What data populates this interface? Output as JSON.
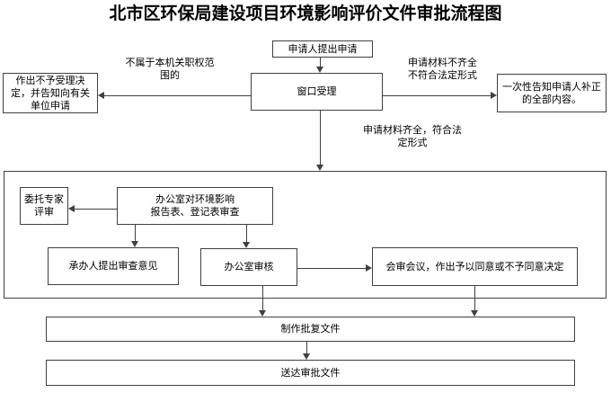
{
  "title": "北市区环保局建设项目环境影响评价文件审批流程图",
  "flowchart": {
    "nodes": {
      "apply": "申请人提出申请",
      "window": "窗口受理",
      "reject": "作出不予受理决\n定，并告知向有关\n单位申请",
      "supplement": "一次性告知申请人补正\n的全部内容。",
      "expert": "委托专家\n评审",
      "office_review": "办公室对环境影响\n报告表、登记表审查",
      "undertaker_opinion": "承办人提出审查意见",
      "office_check": "办公室审核",
      "joint_meeting": "会审会议，作出予以同意或不予同意决定",
      "make_reply": "制作批复文件",
      "deliver": "送达审批文件"
    },
    "edge_labels": {
      "not_in_authority": "不属于本机关职权范\n围的",
      "materials_incomplete": "申请材料不齐全\n不符合法定形式",
      "materials_complete": "申请材料齐全，符合法\n定形式"
    }
  },
  "colors": {
    "line": "#404040",
    "text": "#000000",
    "background": "#ffffff"
  }
}
